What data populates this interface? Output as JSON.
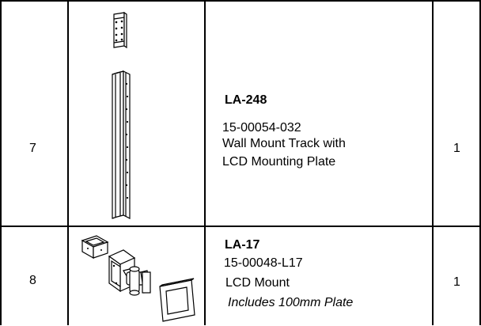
{
  "rows": [
    {
      "item_number": "7",
      "model": "LA-248",
      "part_number": "15-00054-032",
      "description_line1": "Wall Mount Track with",
      "description_line2": "LCD Mounting Plate",
      "note": "",
      "quantity": "1",
      "illustration_icon": "wall-mount-track-drawing"
    },
    {
      "item_number": "8",
      "model": "LA-17",
      "part_number": "15-00048-L17",
      "description_line1": "LCD Mount",
      "description_line2": "",
      "note": "Includes 100mm Plate",
      "quantity": "1",
      "illustration_icon": "lcd-mount-drawing"
    }
  ]
}
